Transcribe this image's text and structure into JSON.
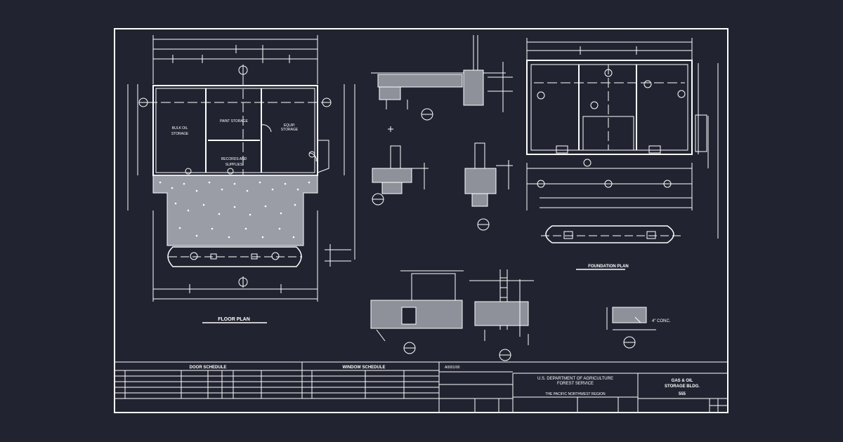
{
  "colors": {
    "background": "#212330",
    "linework": "#ffffff"
  },
  "floor_plan": {
    "title": "FLOOR PLAN",
    "rooms": {
      "bulk_oil": [
        "BULK OIL",
        "STORAGE"
      ],
      "paint": "PAINT STORAGE",
      "equip": [
        "EQUIP.",
        "STORAGE"
      ],
      "records": [
        "RECORDS AND",
        "SUPPLIES"
      ]
    }
  },
  "foundation_plan": {
    "title": "FOUNDATION PLAN"
  },
  "detail_note": "4\" CONC.",
  "schedules": {
    "door": "DOOR SCHEDULE",
    "window": "WINDOW SCHEDULE"
  },
  "title_block": {
    "agency": [
      "U.S. DEPARTMENT OF AGRICULTURE",
      "FOREST SERVICE"
    ],
    "region": "THE PACIFIC NORTHWEST REGION",
    "project": [
      "GAS & OIL",
      "STORAGE BLDG."
    ],
    "number": "555",
    "drawing_no": "A0001/00"
  }
}
